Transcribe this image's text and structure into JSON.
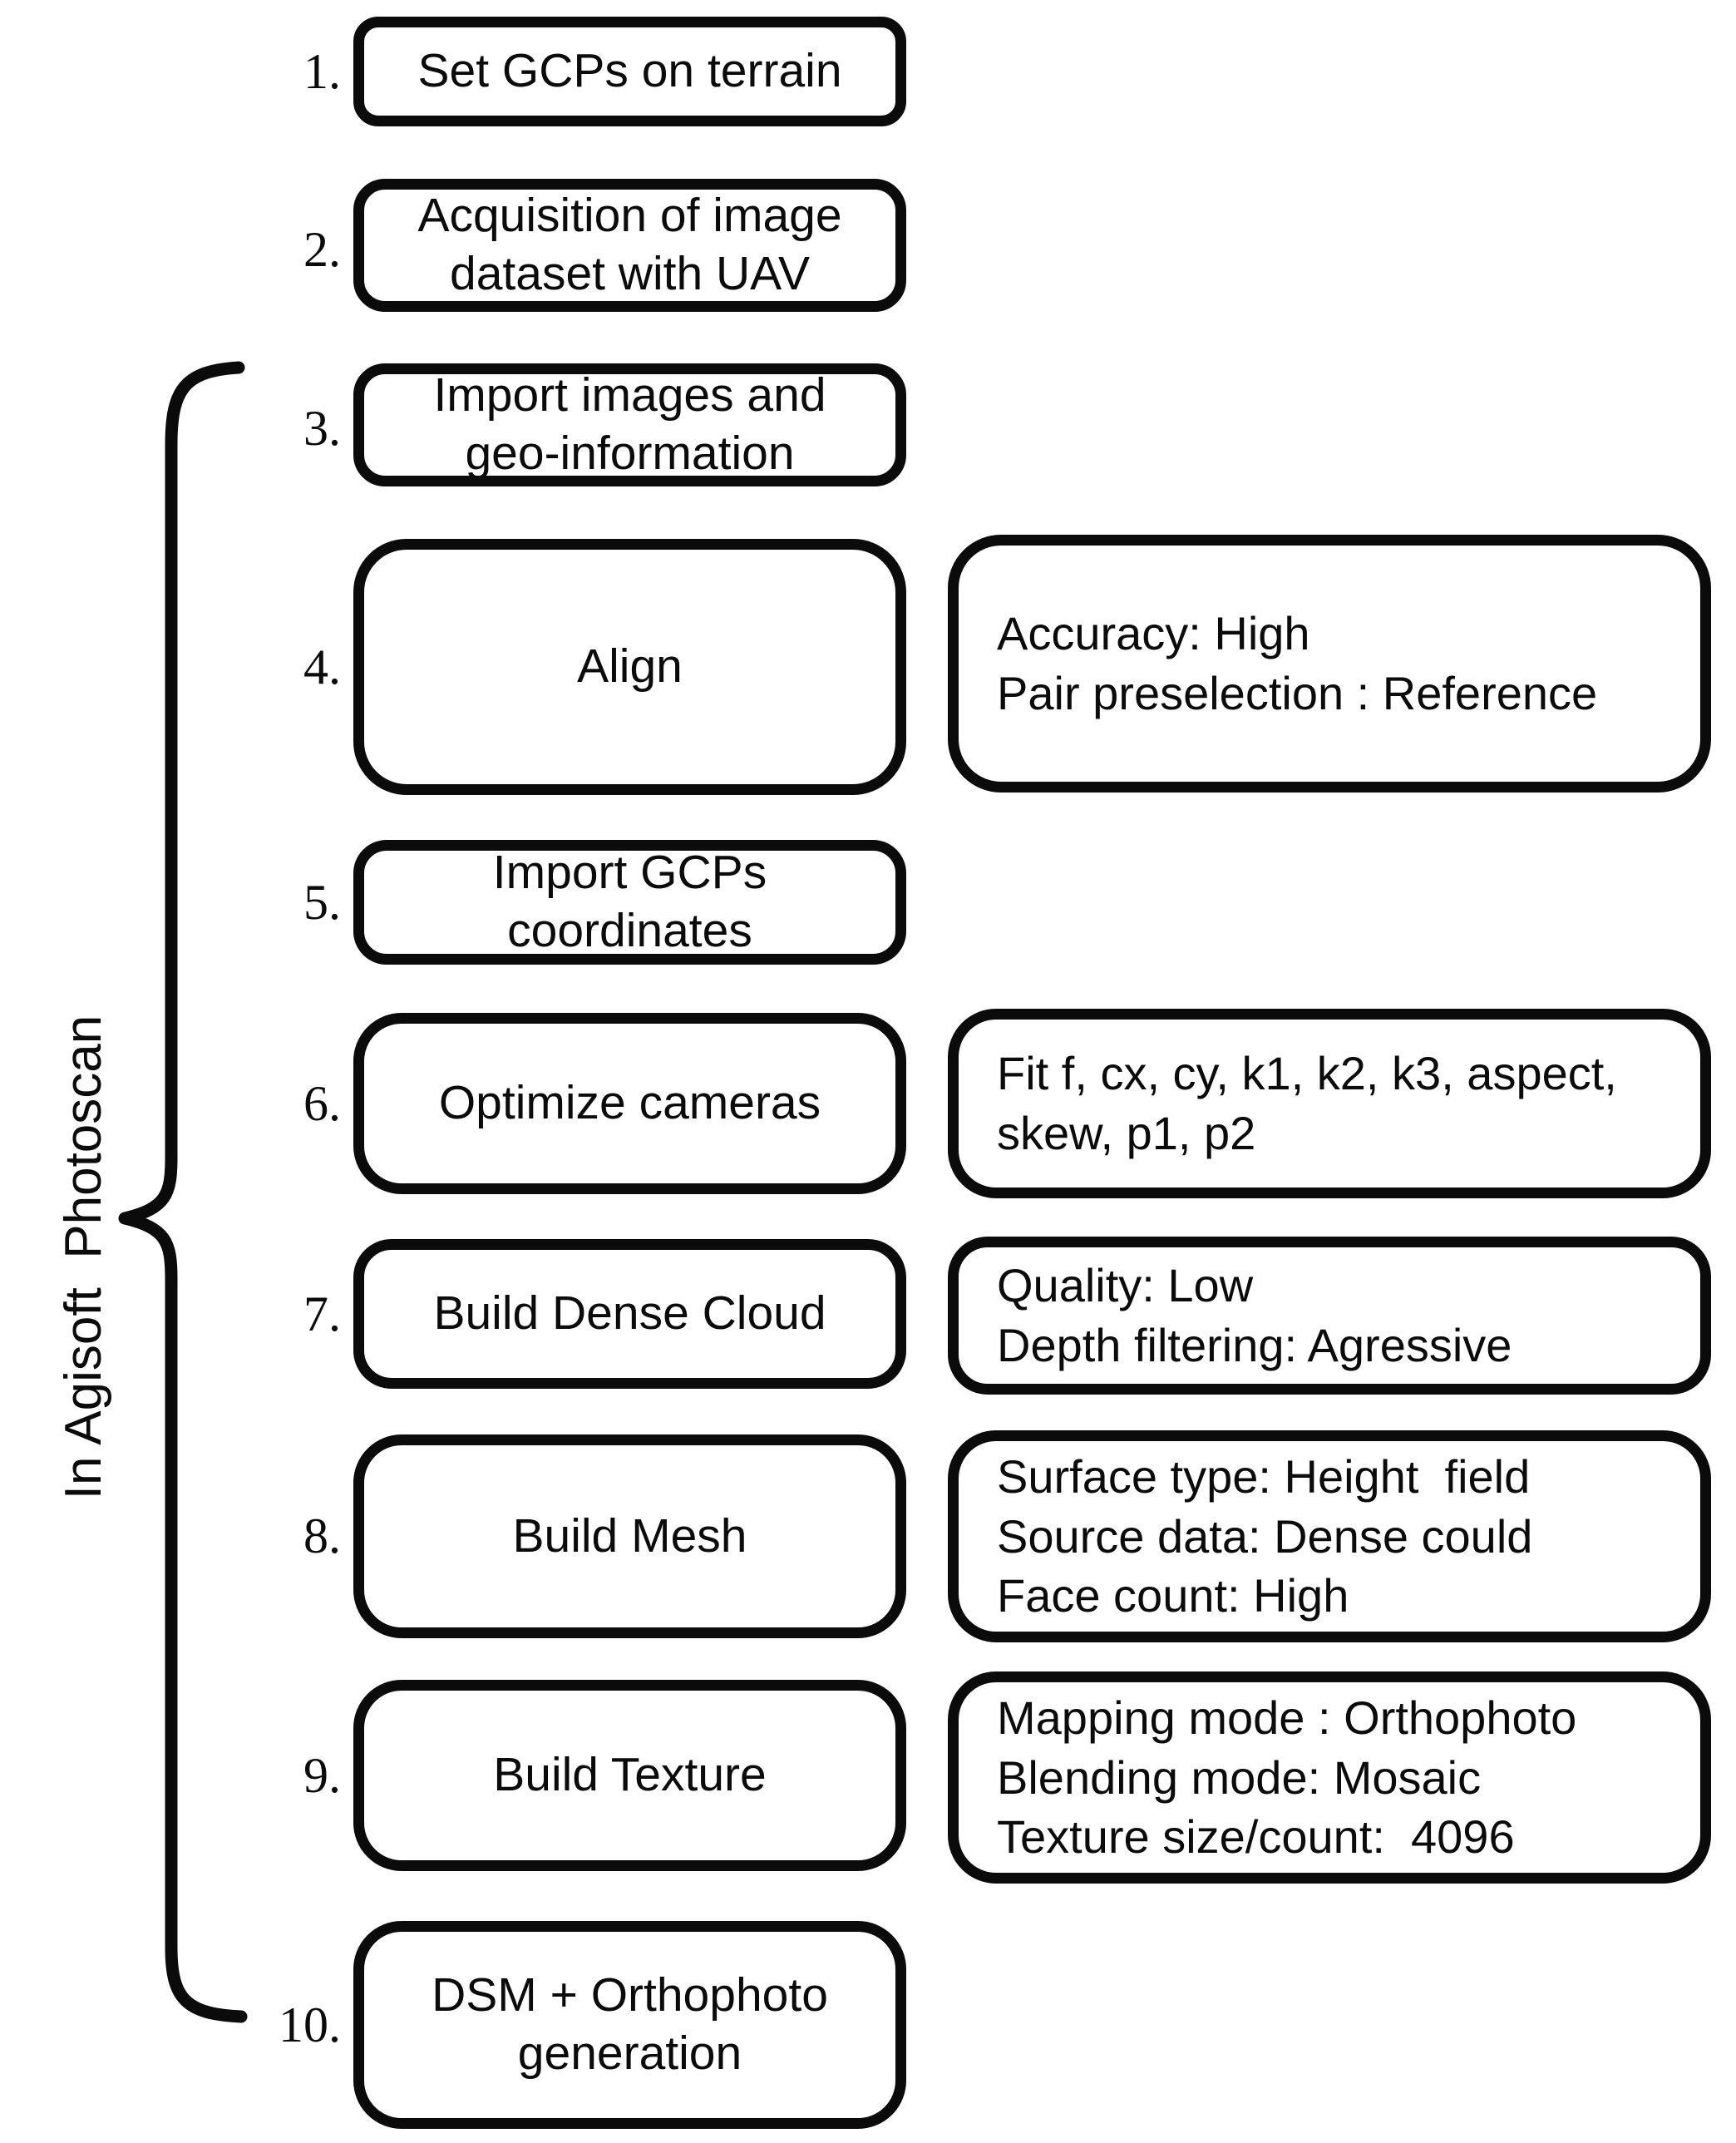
{
  "colors": {
    "ink": "#0b0b0b",
    "background": "#ffffff"
  },
  "bracket": {
    "label": "In Agisoft  Photoscan"
  },
  "steps": [
    {
      "number": "1.",
      "label": "Set GCPs on terrain"
    },
    {
      "number": "2.",
      "label": "Acquisition of image\ndataset with UAV"
    },
    {
      "number": "3.",
      "label": "Import images and\ngeo-information"
    },
    {
      "number": "4.",
      "label": "Align",
      "annotation": "Accuracy: High\nPair preselection : Reference"
    },
    {
      "number": "5.",
      "label": "Import GCPs\ncoordinates"
    },
    {
      "number": "6.",
      "label": "Optimize cameras",
      "annotation": "Fit f, cx, cy, k1, k2, k3, aspect,\nskew, p1, p2"
    },
    {
      "number": "7.",
      "label": "Build Dense Cloud",
      "annotation": "Quality: Low\nDepth filtering: Agressive"
    },
    {
      "number": "8.",
      "label": "Build Mesh",
      "annotation": "Surface type: Height  field\nSource data: Dense could\nFace count: High"
    },
    {
      "number": "9.",
      "label": "Build Texture",
      "annotation": "Mapping mode : Orthophoto\nBlending mode: Mosaic\nTexture size/count:  4096"
    },
    {
      "number": "10.",
      "label": "DSM + Orthophoto\ngeneration"
    }
  ]
}
